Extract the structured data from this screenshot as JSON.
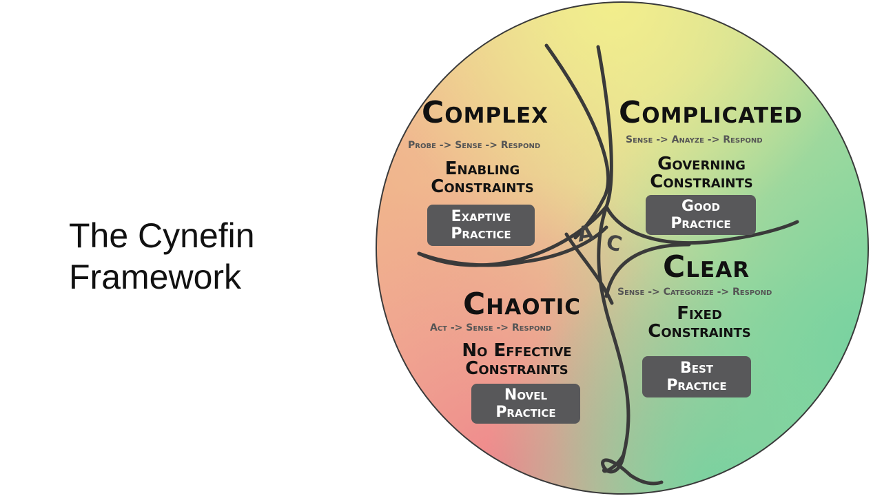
{
  "slide": {
    "title_line1": "The Cynefin",
    "title_line2": "Framework"
  },
  "domains": {
    "complex": {
      "name": "Complex",
      "steps": "Probe -> Sense -> Respond",
      "constraints_line1": "Enabling",
      "constraints_line2": "Constraints",
      "practice_line1": "Exaptive",
      "practice_line2": "Practice"
    },
    "complicated": {
      "name": "Complicated",
      "steps": "Sense -> Anayze -> Respond",
      "constraints_line1": "Governing",
      "constraints_line2": "Constraints",
      "practice_line1": "Good",
      "practice_line2": "Practice"
    },
    "clear": {
      "name": "Clear",
      "steps": "Sense -> Categorize -> Respond",
      "constraints_line1": "Fixed",
      "constraints_line2": "Constraints",
      "practice_line1": "Best",
      "practice_line2": "Practice"
    },
    "chaotic": {
      "name": "Chaotic",
      "steps": "Act -> Sense -> Respond",
      "constraints_line1": "No Effective",
      "constraints_line2": "Constraints",
      "practice_line1": "Novel",
      "practice_line2": "Practice"
    }
  },
  "center": {
    "a": "A",
    "c": "C"
  },
  "colors": {
    "top": "#f2ee8c",
    "right": "#78d2a0",
    "bottom_left": "#f0878c",
    "left": "#f0b48c",
    "box": "#58585a",
    "line": "#3a3a3a"
  }
}
